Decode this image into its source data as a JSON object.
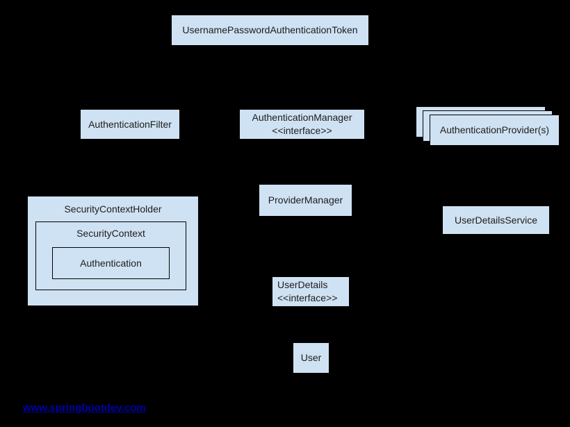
{
  "page": {
    "background": "#000000"
  },
  "diagram": {
    "node_fill": "#cfe2f3",
    "node_border": "#000000",
    "text_color": "#1c1c1c",
    "nodes": {
      "token": "UsernamePasswordAuthenticationToken",
      "authentication_filter": "AuthenticationFilter",
      "authentication_manager": "AuthenticationManager",
      "authentication_manager_stereotype": "<<interface>>",
      "authentication_providers": "AuthenticationProvider(s)",
      "provider_manager": "ProviderManager",
      "user_details_service": "UserDetailsService",
      "security_context_holder": "SecurityContextHolder",
      "security_context": "SecurityContext",
      "authentication": "Authentication",
      "user_details": "UserDetails",
      "user_details_stereotype": "<<interface>>",
      "user": "User"
    },
    "footer_link": {
      "text": "www.springbootdev.com",
      "color": "#0000a8"
    }
  }
}
